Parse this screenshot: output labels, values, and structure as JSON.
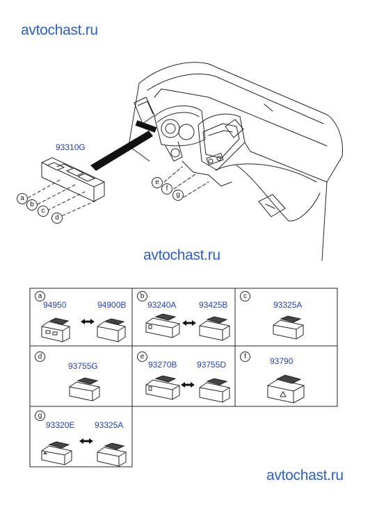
{
  "watermark": {
    "top": "avtochast.ru",
    "middle": "avtochast.ru",
    "bottom": "avtochast.ru"
  },
  "main_part": "93310G",
  "callouts": [
    "a",
    "b",
    "c",
    "d",
    "e",
    "f",
    "g"
  ],
  "cells": {
    "a": {
      "letter": "a",
      "parts": [
        "94950",
        "94900B"
      ]
    },
    "b": {
      "letter": "b",
      "parts": [
        "93240A",
        "93425B"
      ]
    },
    "c": {
      "letter": "c",
      "parts": [
        "93325A"
      ]
    },
    "d": {
      "letter": "d",
      "parts": [
        "93755G"
      ]
    },
    "e": {
      "letter": "e",
      "parts": [
        "93270B",
        "93755D"
      ]
    },
    "f": {
      "letter": "f",
      "parts": [
        "93790"
      ]
    },
    "g": {
      "letter": "g",
      "parts": [
        "93320E",
        "93325A"
      ]
    }
  },
  "colors": {
    "part_number": "#1e3fd0",
    "watermark": "#2b5fd6",
    "line": "#222222"
  }
}
